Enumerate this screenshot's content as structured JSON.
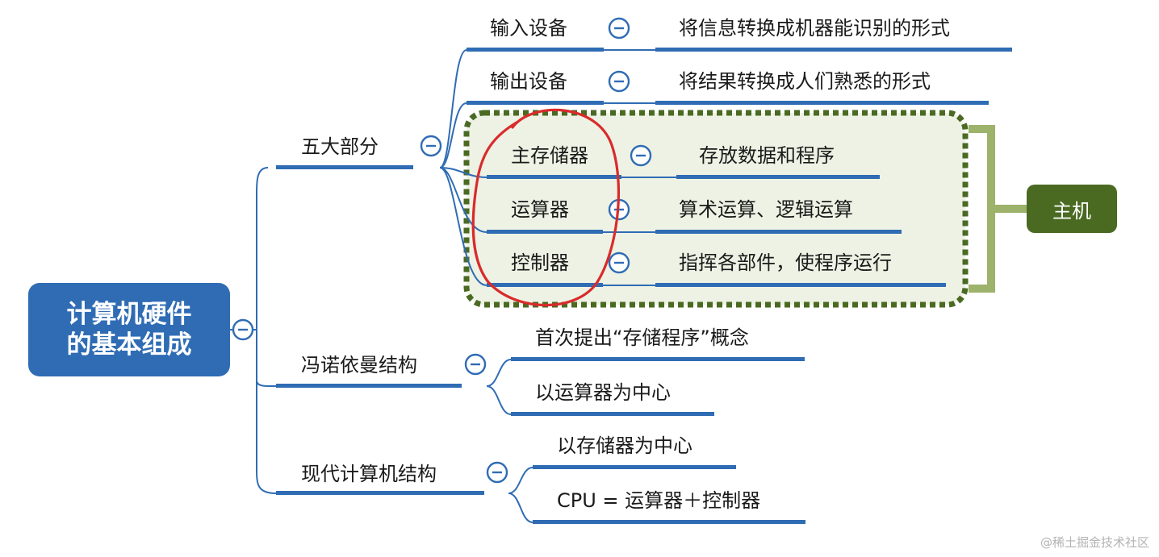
{
  "root": {
    "line1": "计算机硬件",
    "line2": "的基本组成"
  },
  "branches": {
    "five_parts": {
      "label": "五大部分",
      "children": {
        "input": {
          "label": "输入设备",
          "desc": "将信息转换成机器能识别的形式"
        },
        "output": {
          "label": "输出设备",
          "desc": "将结果转换成人们熟悉的形式"
        },
        "memory": {
          "label": "主存储器",
          "desc": "存放数据和程序"
        },
        "alu": {
          "label": "运算器",
          "desc": "算术运算、逻辑运算"
        },
        "controller": {
          "label": "控制器",
          "desc": "指挥各部件，使程序运行"
        }
      }
    },
    "von_neumann": {
      "label": "冯诺依曼结构",
      "children": {
        "c1": "首次提出“存储程序”概念",
        "c2": "以运算器为中心"
      }
    },
    "modern": {
      "label": "现代计算机结构",
      "children": {
        "c1": "以存储器为中心",
        "c2": "CPU = 运算器＋控制器"
      }
    }
  },
  "host_label": "主机",
  "watermark": "@稀土掘金技术社区",
  "colors": {
    "line": "#2f6cb4",
    "root_fill": "#2f6cb4",
    "host_box_fill": "#eef2e4",
    "host_box_border": "#4a6a22",
    "host_bracket": "#9db26a",
    "host_label_fill": "#4a6a22",
    "annotation_circle": "#d92b2b"
  },
  "icons": {
    "collapse": "circle-minus-icon"
  }
}
